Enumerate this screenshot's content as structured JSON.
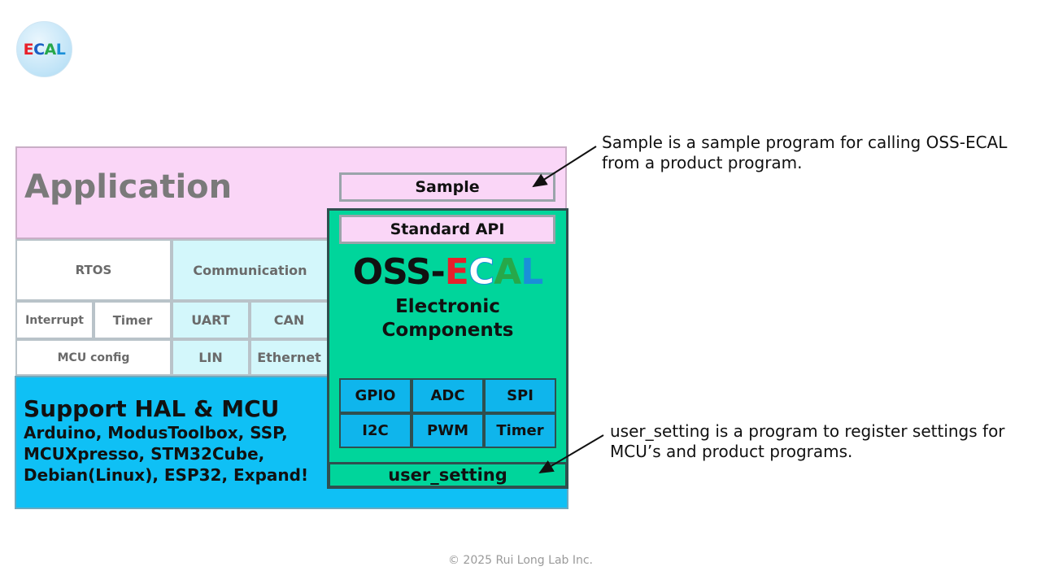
{
  "logo": {
    "letters": [
      "E",
      "C",
      "A",
      "L"
    ],
    "colors": [
      "#e8202a",
      "#1a5fc4",
      "#27a84a",
      "#1a8fd8"
    ]
  },
  "application": {
    "title": "Application",
    "sample": "Sample"
  },
  "middleware": {
    "rtos": "RTOS",
    "communication": "Communication",
    "interrupt": "Interrupt",
    "timer": "Timer",
    "uart": "UART",
    "can": "CAN",
    "mcu_config": "MCU config",
    "lin": "LIN",
    "ethernet": "Ethernet"
  },
  "hal": {
    "title": "Support HAL & MCU",
    "lines": [
      "Arduino, ModusToolbox, SSP,",
      "MCUXpresso, STM32Cube,",
      "Debian(Linux), ESP32, Expand!"
    ]
  },
  "ecal": {
    "standard_api": "Standard API",
    "title_prefix": "OSS-",
    "title_letters": [
      "E",
      "C",
      "A",
      "L"
    ],
    "title_colors": [
      "#e8202a",
      "#ffffff",
      "#27a84a",
      "#1a8fd8"
    ],
    "subtitle_lines": [
      "Electronic",
      "Components"
    ],
    "components": [
      "GPIO",
      "ADC",
      "SPI",
      "I2C",
      "PWM",
      "Timer"
    ],
    "user_setting": "user_setting"
  },
  "notes": {
    "sample": [
      "Sample is a sample program for calling OSS-ECAL",
      "from a product program."
    ],
    "user_setting": [
      "user_setting  is a program to register settings for",
      "MCU’s and product programs."
    ]
  },
  "copyright": "© 2025 Rui Long Lab Inc."
}
